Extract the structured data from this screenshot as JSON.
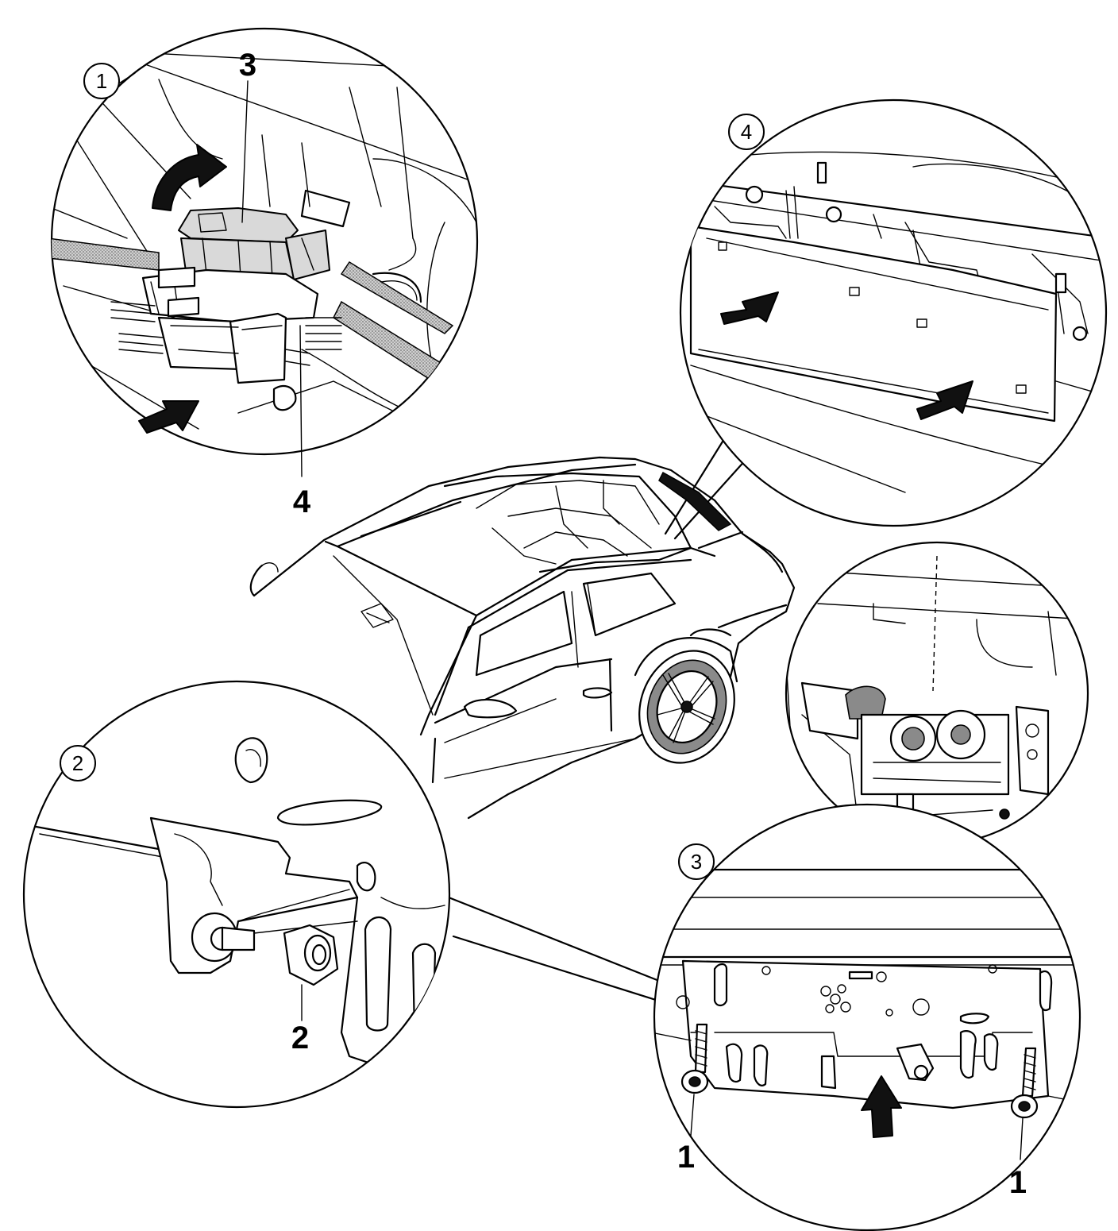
{
  "detail_views": [
    {
      "id": "1",
      "label": "1"
    },
    {
      "id": "2",
      "label": "2"
    },
    {
      "id": "3",
      "label": "3"
    },
    {
      "id": "4",
      "label": "4"
    }
  ],
  "callouts": {
    "view1_top": "3",
    "view1_bottom": "4",
    "view2_nut": "2",
    "view3_left": "1",
    "view3_right": "1"
  },
  "colors": {
    "line": "#000000",
    "background": "#ffffff",
    "shade": "#8a8a8a"
  }
}
